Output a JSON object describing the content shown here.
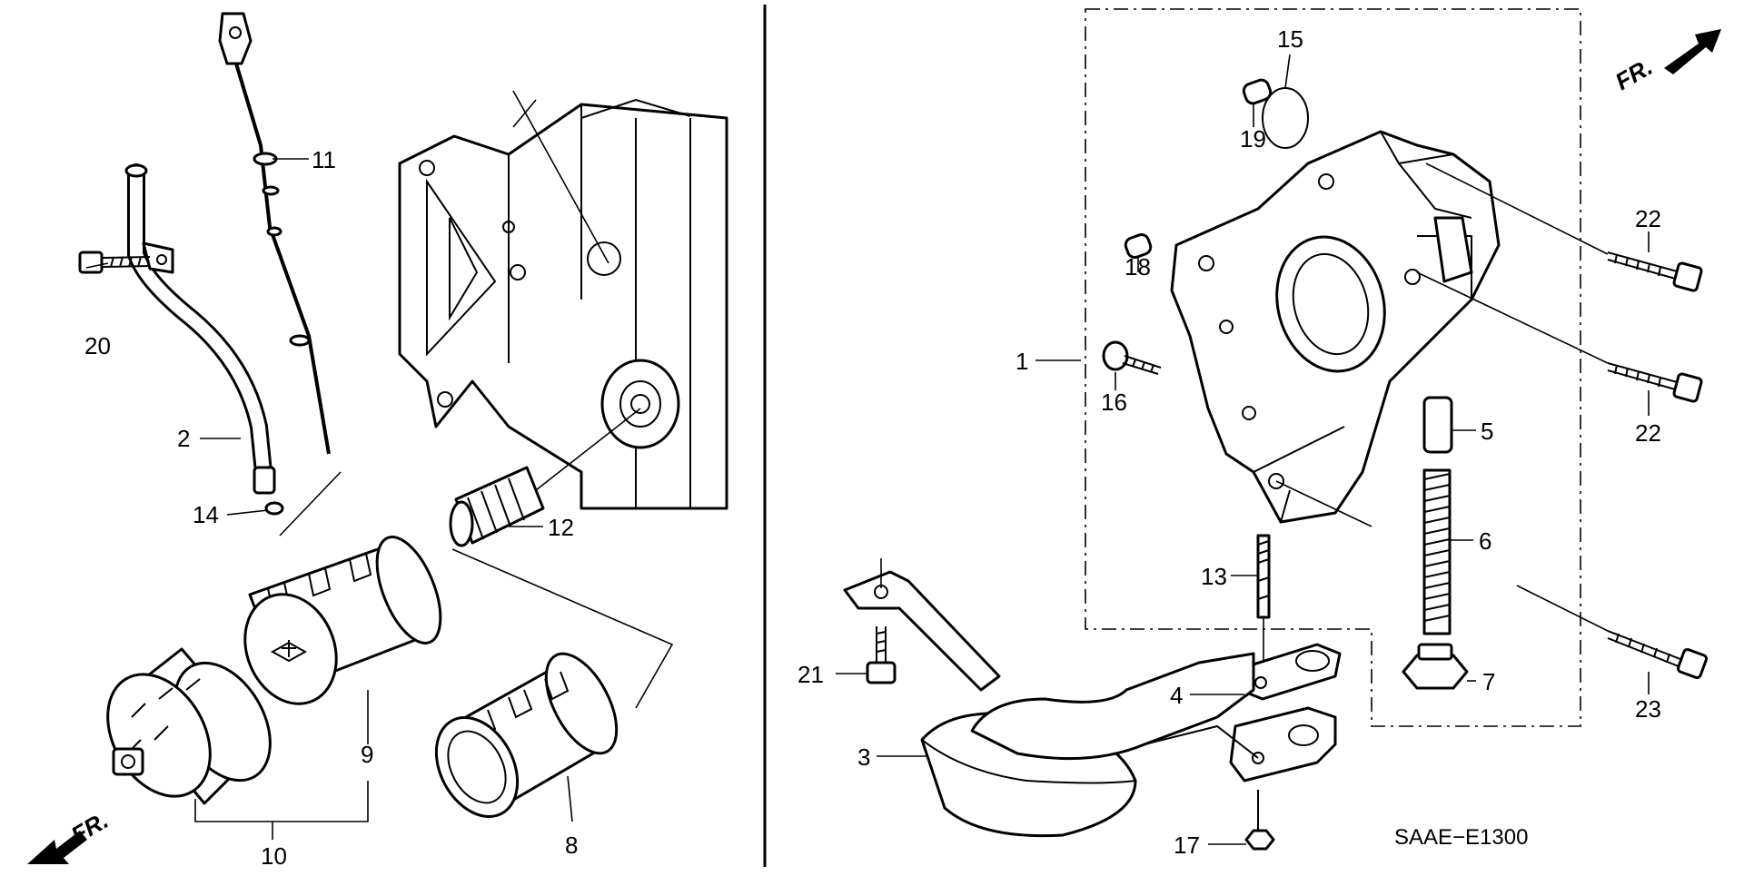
{
  "diagram": {
    "code": "SAAE−E1300",
    "front_marker": "FR.",
    "colors": {
      "ink": "#000000",
      "paper": "#ffffff"
    },
    "callouts": {
      "p1": "1",
      "p2": "2",
      "p3": "3",
      "p4": "4",
      "p5": "5",
      "p6": "6",
      "p7": "7",
      "p8": "8",
      "p9": "9",
      "p10": "10",
      "p11": "11",
      "p12": "12",
      "p13": "13",
      "p14": "14",
      "p15": "15",
      "p16": "16",
      "p17": "17",
      "p18": "18",
      "p19": "19",
      "p20": "20",
      "p21": "21",
      "p22a": "22",
      "p22b": "22",
      "p23": "23"
    }
  }
}
